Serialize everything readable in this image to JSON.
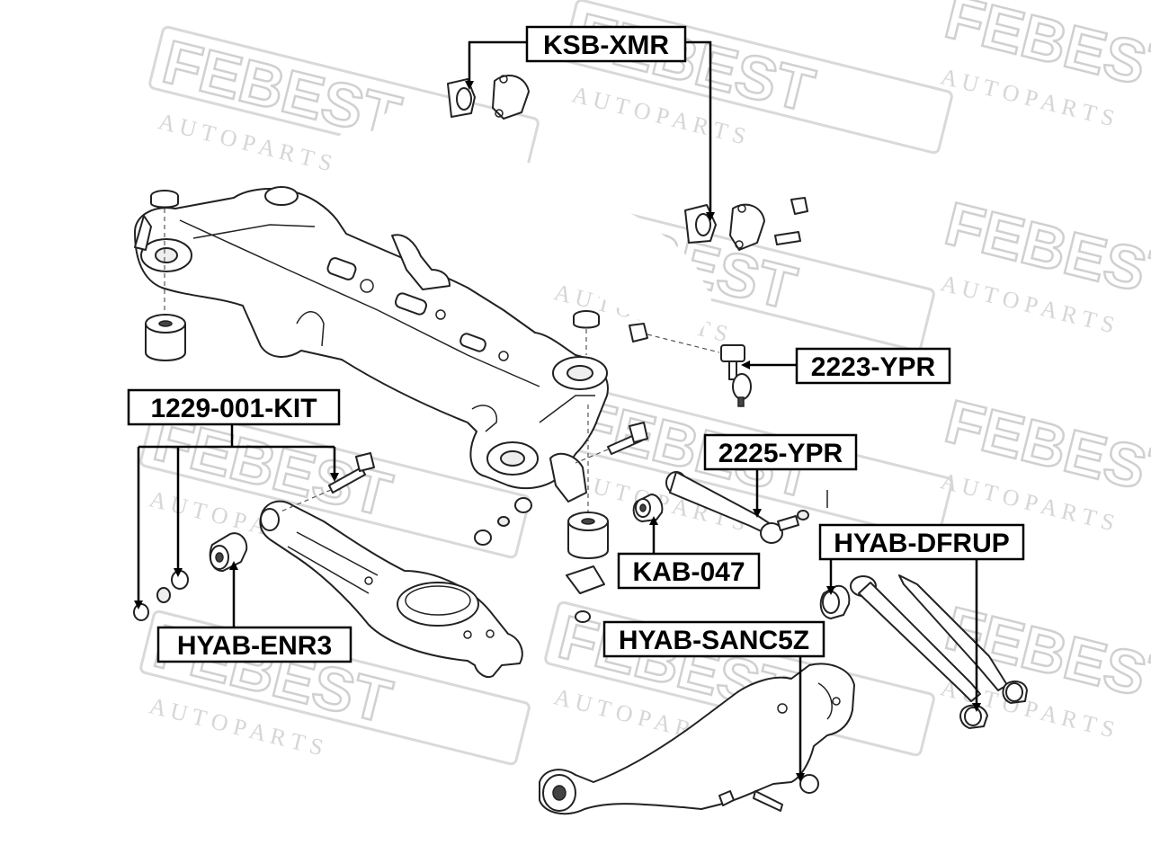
{
  "watermark": {
    "brand": "FEBEST",
    "subtitle": "A U T O   P A R T S"
  },
  "colors": {
    "watermark": "#d9d9d9",
    "label_border": "#000000",
    "label_text": "#000000",
    "background": "#ffffff"
  },
  "labels": {
    "ksb_xmr": "KSB-XMR",
    "yp_2223": "2223-YPR",
    "kit_1229": "1229-001-KIT",
    "yp_2225": "2225-YPR",
    "hyab_dfrup": "HYAB-DFRUP",
    "kab_047": "KAB-047",
    "hyab_enr3": "HYAB-ENR3",
    "hyab_sanc5z": "HYAB-SANC5Z"
  }
}
